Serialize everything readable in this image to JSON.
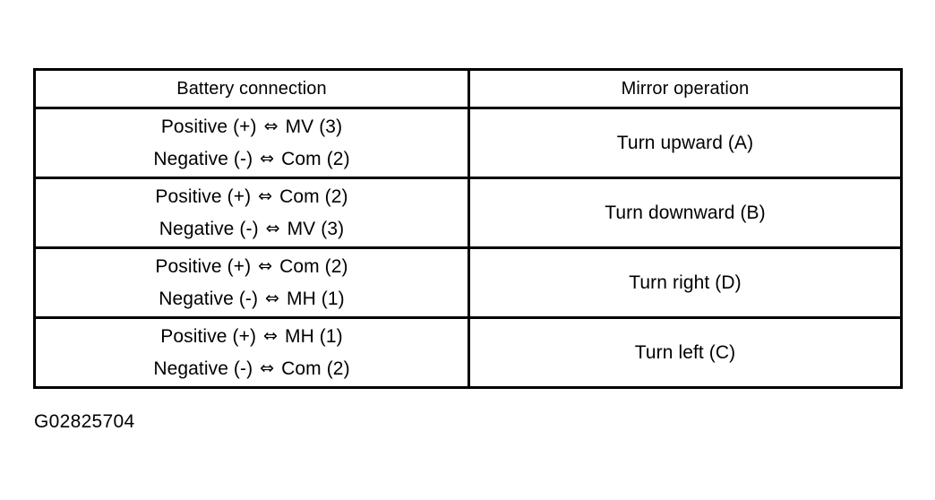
{
  "figure": {
    "caption": "G02825704",
    "background_color": "#ffffff",
    "line_color": "#000000"
  },
  "table": {
    "headers": {
      "left": "Battery connection",
      "right": "Mirror operation"
    },
    "arrow_symbol": "⇔",
    "rows": [
      {
        "connection_positive": "Positive (+)",
        "connection_positive_terminal": "MV (3)",
        "connection_negative": "Negative (-)",
        "connection_negative_terminal": "Com (2)",
        "operation": "Turn upward (A)"
      },
      {
        "connection_positive": "Positive (+)",
        "connection_positive_terminal": "Com (2)",
        "connection_negative": "Negative (-)",
        "connection_negative_terminal": "MV (3)",
        "operation": "Turn downward (B)"
      },
      {
        "connection_positive": "Positive (+)",
        "connection_positive_terminal": "Com (2)",
        "connection_negative": "Negative (-)",
        "connection_negative_terminal": "MH (1)",
        "operation": "Turn right (D)"
      },
      {
        "connection_positive": "Positive (+)",
        "connection_positive_terminal": "MH (1)",
        "connection_negative": "Negative (-)",
        "connection_negative_terminal": "Com (2)",
        "operation": "Turn left (C)"
      }
    ]
  }
}
